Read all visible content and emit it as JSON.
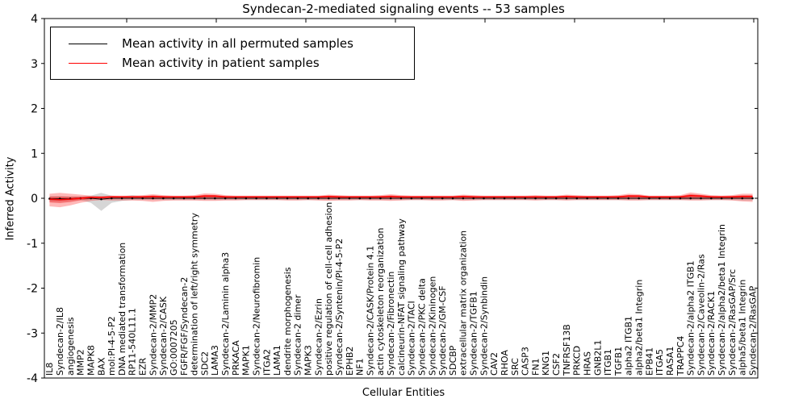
{
  "title": "Syndecan-2-mediated signaling events -- 53 samples",
  "axes": {
    "xlabel": "Cellular Entities",
    "ylabel": "Inferred Activity",
    "ytick_labels": [
      "4",
      "3",
      "2",
      "1",
      "0",
      "-1",
      "-2",
      "-3",
      "-4"
    ],
    "ytick_values": [
      4,
      3,
      2,
      1,
      0,
      -1,
      -2,
      -3,
      -4
    ]
  },
  "legend": {
    "items": [
      {
        "label": "Mean activity in all permuted samples",
        "color": "#000000"
      },
      {
        "label": "Mean activity in patient samples",
        "color": "#ff0000"
      }
    ]
  },
  "colors": {
    "permuted_line": "#000000",
    "patient_line": "#ff0000",
    "patient_band": "rgba(255,0,0,0.28)",
    "patient_band_inner": "rgba(230,0,0,0.38)",
    "permuted_band": "rgba(120,120,120,0.30)",
    "frame": "#000000"
  },
  "chart_data": {
    "type": "line",
    "title": "Syndecan-2-mediated signaling events -- 53 samples",
    "xlabel": "Cellular Entities",
    "ylabel": "Inferred Activity",
    "ylim": [
      -4,
      4
    ],
    "grid": false,
    "legend_position": "upper left",
    "categories": [
      "IL8",
      "Syndecan-2/IL8",
      "angiogenesis",
      "MMP2",
      "MAPK8",
      "BAX",
      "mol:PI-4-5-P2",
      "DNA mediated transformation",
      "RP11-540L11.1",
      "EZR",
      "Syndecan-2/MMP2",
      "Syndecan-2/CASK",
      "GO:0007205",
      "FGFR/FGF/Syndecan-2",
      "determination of left/right symmetry",
      "SDC2",
      "LAMA3",
      "Syndecan-2/Laminin alpha3",
      "PRKACA",
      "MAPK1",
      "Syndecan-2/Neurofibromin",
      "ITGA2",
      "LAMA1",
      "dendrite morphogenesis",
      "Syndecan-2 dimer",
      "MAPK3",
      "Syndecan-2/Ezrin",
      "positive regulation of cell-cell adhesion",
      "Syndecan-2/Syntenin/PI-4-5-P2",
      "EPHB2",
      "NF1",
      "Syndecan-2/CASK/Protein 4.1",
      "actin cytoskeleton reorganization",
      "Syndecan-2/Fibronectin",
      "calcineurin-NFAT signaling pathway",
      "Syndecan-2/TACI",
      "Syndecan-2/PKC delta",
      "Syndecan-2/Kininogen",
      "Syndecan-2/GM-CSF",
      "SDCBP",
      "extracellular matrix organization",
      "Syndecan-2/TGFB1",
      "Syndecan-2/Synbindin",
      "CAV2",
      "RHOA",
      "SRC",
      "CASP3",
      "FN1",
      "KNG1",
      "CSF2",
      "TNFRSF13B",
      "PRKCD",
      "HRAS",
      "GNB2L1",
      "ITGB1",
      "TGFB1",
      "alpha2 ITGB1",
      "alpha2/beta1 Integrin",
      "EPB41",
      "ITGA5",
      "RASA1",
      "TRAPPC4",
      "Syndecan-2/alpha2 ITGB1",
      "Syndecan-2/Caveolin-2/Ras",
      "Syndecan-2/RACK1",
      "Syndecan-2/alpha2/beta1 Integrin",
      "Syndecan-2/RasGAP/Src",
      "alpha5/beta1 Integrin",
      "Syndecan-2/RasGAP"
    ],
    "series": [
      {
        "name": "Mean activity in all permuted samples",
        "values": [
          -0.01,
          -0.01,
          -0.01,
          0,
          0,
          -0.02,
          0,
          0,
          0,
          0,
          0,
          0,
          0,
          0,
          0,
          0,
          0,
          0,
          0,
          0,
          0,
          0,
          0,
          0,
          0,
          0,
          0,
          0,
          0,
          0,
          0,
          0,
          0,
          0,
          0,
          0,
          0,
          0,
          0,
          0,
          0,
          0,
          0,
          0,
          0,
          0,
          0,
          0,
          0,
          0,
          0,
          0,
          0,
          0,
          0,
          0,
          0,
          0,
          0,
          0,
          0,
          0,
          0,
          0,
          0,
          0,
          0,
          0,
          0
        ]
      },
      {
        "name": "Mean activity in patient samples",
        "values": [
          -0.02,
          -0.03,
          -0.02,
          0.0,
          0.02,
          0.02,
          0.03,
          0.03,
          0.03,
          0.03,
          0.04,
          0.03,
          0.03,
          0.03,
          0.03,
          0.05,
          0.05,
          0.03,
          0.03,
          0.03,
          0.03,
          0.03,
          0.03,
          0.03,
          0.03,
          0.03,
          0.03,
          0.04,
          0.03,
          0.03,
          0.03,
          0.03,
          0.03,
          0.04,
          0.03,
          0.03,
          0.03,
          0.03,
          0.03,
          0.03,
          0.04,
          0.03,
          0.03,
          0.03,
          0.03,
          0.03,
          0.03,
          0.03,
          0.03,
          0.03,
          0.04,
          0.03,
          0.03,
          0.03,
          0.03,
          0.03,
          0.05,
          0.05,
          0.03,
          0.03,
          0.03,
          0.03,
          0.06,
          0.05,
          0.03,
          0.03,
          0.03,
          0.04,
          0.04
        ]
      }
    ],
    "bands": [
      {
        "name": "permuted range",
        "hi": [
          0.05,
          0.05,
          0.04,
          0.04,
          0.06,
          0.12,
          0.06,
          0.04,
          0.07,
          0.04,
          0.04,
          0.04,
          0.04,
          0.04,
          0.04,
          0.04,
          0.04,
          0.04,
          0.04,
          0.04,
          0.04,
          0.04,
          0.04,
          0.04,
          0.04,
          0.04,
          0.04,
          0.04,
          0.04,
          0.04,
          0.04,
          0.04,
          0.04,
          0.05,
          0.04,
          0.04,
          0.04,
          0.04,
          0.04,
          0.04,
          0.04,
          0.04,
          0.04,
          0.04,
          0.04,
          0.04,
          0.04,
          0.04,
          0.04,
          0.04,
          0.04,
          0.04,
          0.04,
          0.04,
          0.04,
          0.04,
          0.04,
          0.04,
          0.04,
          0.04,
          0.04,
          0.04,
          0.05,
          0.04,
          0.04,
          0.04,
          0.04,
          0.04,
          0.04
        ],
        "lo": [
          -0.06,
          -0.06,
          -0.04,
          -0.04,
          -0.1,
          -0.28,
          -0.1,
          -0.06,
          -0.04,
          -0.04,
          -0.04,
          -0.04,
          -0.04,
          -0.04,
          -0.04,
          -0.04,
          -0.04,
          -0.04,
          -0.04,
          -0.04,
          -0.04,
          -0.04,
          -0.04,
          -0.04,
          -0.04,
          -0.04,
          -0.04,
          -0.04,
          -0.04,
          -0.04,
          -0.04,
          -0.04,
          -0.04,
          -0.04,
          -0.04,
          -0.04,
          -0.04,
          -0.04,
          -0.04,
          -0.04,
          -0.04,
          -0.04,
          -0.04,
          -0.04,
          -0.04,
          -0.04,
          -0.04,
          -0.04,
          -0.04,
          -0.04,
          -0.04,
          -0.04,
          -0.04,
          -0.04,
          -0.04,
          -0.04,
          -0.04,
          -0.04,
          -0.04,
          -0.04,
          -0.04,
          -0.04,
          -0.04,
          -0.04,
          -0.04,
          -0.04,
          -0.04,
          -0.05,
          -0.05
        ]
      },
      {
        "name": "patient range",
        "hi": [
          0.1,
          0.12,
          0.1,
          0.08,
          0.06,
          0.05,
          0.06,
          0.06,
          0.06,
          0.07,
          0.09,
          0.07,
          0.06,
          0.06,
          0.07,
          0.11,
          0.1,
          0.07,
          0.06,
          0.06,
          0.06,
          0.06,
          0.06,
          0.06,
          0.06,
          0.06,
          0.06,
          0.08,
          0.07,
          0.06,
          0.06,
          0.06,
          0.07,
          0.09,
          0.07,
          0.06,
          0.06,
          0.06,
          0.06,
          0.06,
          0.08,
          0.07,
          0.06,
          0.06,
          0.06,
          0.06,
          0.06,
          0.07,
          0.06,
          0.06,
          0.08,
          0.07,
          0.06,
          0.06,
          0.06,
          0.07,
          0.1,
          0.09,
          0.06,
          0.06,
          0.06,
          0.07,
          0.13,
          0.1,
          0.07,
          0.06,
          0.07,
          0.1,
          0.1
        ],
        "lo": [
          -0.18,
          -0.2,
          -0.16,
          -0.1,
          -0.06,
          -0.04,
          -0.05,
          -0.05,
          -0.05,
          -0.06,
          -0.08,
          -0.06,
          -0.05,
          -0.05,
          -0.05,
          -0.06,
          -0.06,
          -0.05,
          -0.05,
          -0.04,
          -0.04,
          -0.04,
          -0.04,
          -0.05,
          -0.05,
          -0.04,
          -0.05,
          -0.06,
          -0.05,
          -0.05,
          -0.04,
          -0.05,
          -0.05,
          -0.06,
          -0.05,
          -0.04,
          -0.04,
          -0.05,
          -0.05,
          -0.04,
          -0.06,
          -0.05,
          -0.04,
          -0.04,
          -0.04,
          -0.04,
          -0.04,
          -0.05,
          -0.04,
          -0.04,
          -0.05,
          -0.04,
          -0.04,
          -0.04,
          -0.04,
          -0.04,
          -0.05,
          -0.05,
          -0.04,
          -0.04,
          -0.04,
          -0.04,
          -0.05,
          -0.05,
          -0.04,
          -0.04,
          -0.05,
          -0.07,
          -0.08
        ]
      }
    ]
  }
}
